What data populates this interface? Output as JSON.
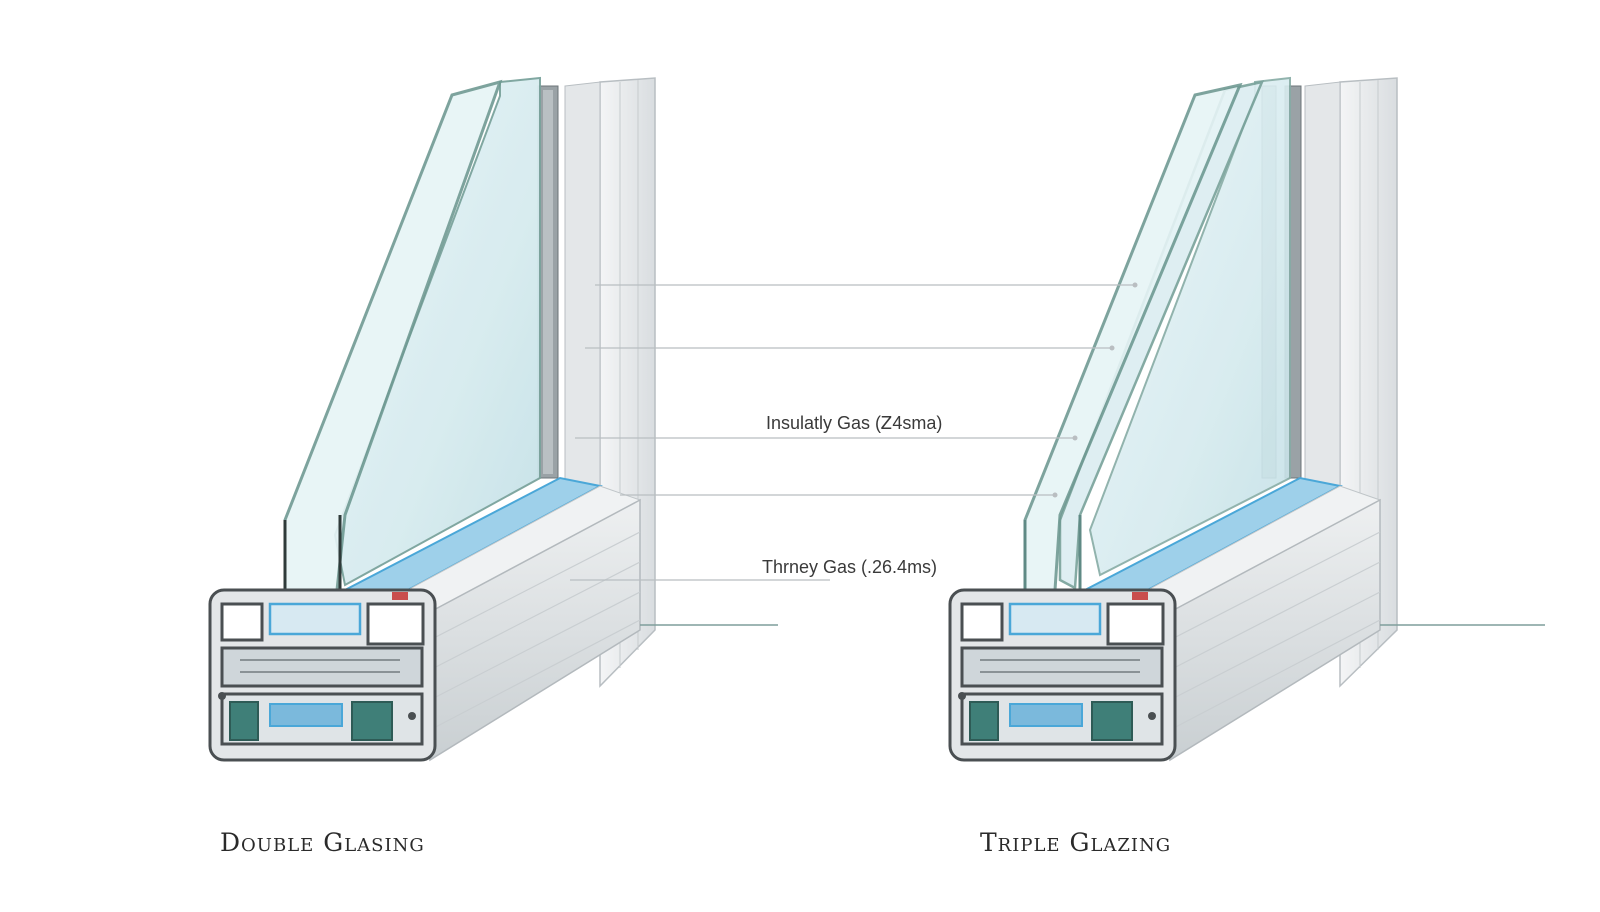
{
  "labels": {
    "left_caption": "Double Glasing",
    "right_caption": "Triple Glazing",
    "annotation_1": "Insulatly Gas (Ꮓ4sma)",
    "annotation_2": "Thrney Gas (.26.4ms)"
  },
  "colors": {
    "glass_edge": "#6f9a93",
    "glass_fill": "#dff0f3",
    "frame_light": "#eef0f1",
    "frame_mid": "#cfd4d7",
    "frame_dark": "#4a4f52",
    "accent_blue": "#4aa7d8",
    "accent_teal": "#3f7f78",
    "leader_line": "#b9bec1"
  },
  "icons": [
    "double-glazing-section-illustration",
    "triple-glazing-section-illustration"
  ]
}
